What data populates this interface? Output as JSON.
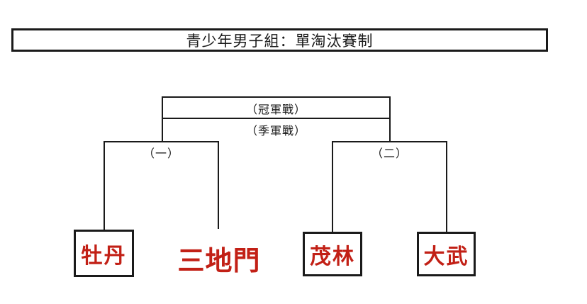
{
  "title": "青少年男子組：單淘汰賽制",
  "bracket": {
    "final_label": "（冠軍戰）",
    "consolation_label": "（季軍戰）",
    "match1_label": "（一）",
    "match2_label": "（二）",
    "teams": [
      {
        "name": "牡丹",
        "boxed": true
      },
      {
        "name": "三地門",
        "boxed": false
      },
      {
        "name": "茂林",
        "boxed": true
      },
      {
        "name": "大武",
        "boxed": true
      }
    ]
  },
  "colors": {
    "line": "#1a1a1a",
    "team_name": "#c22016"
  }
}
